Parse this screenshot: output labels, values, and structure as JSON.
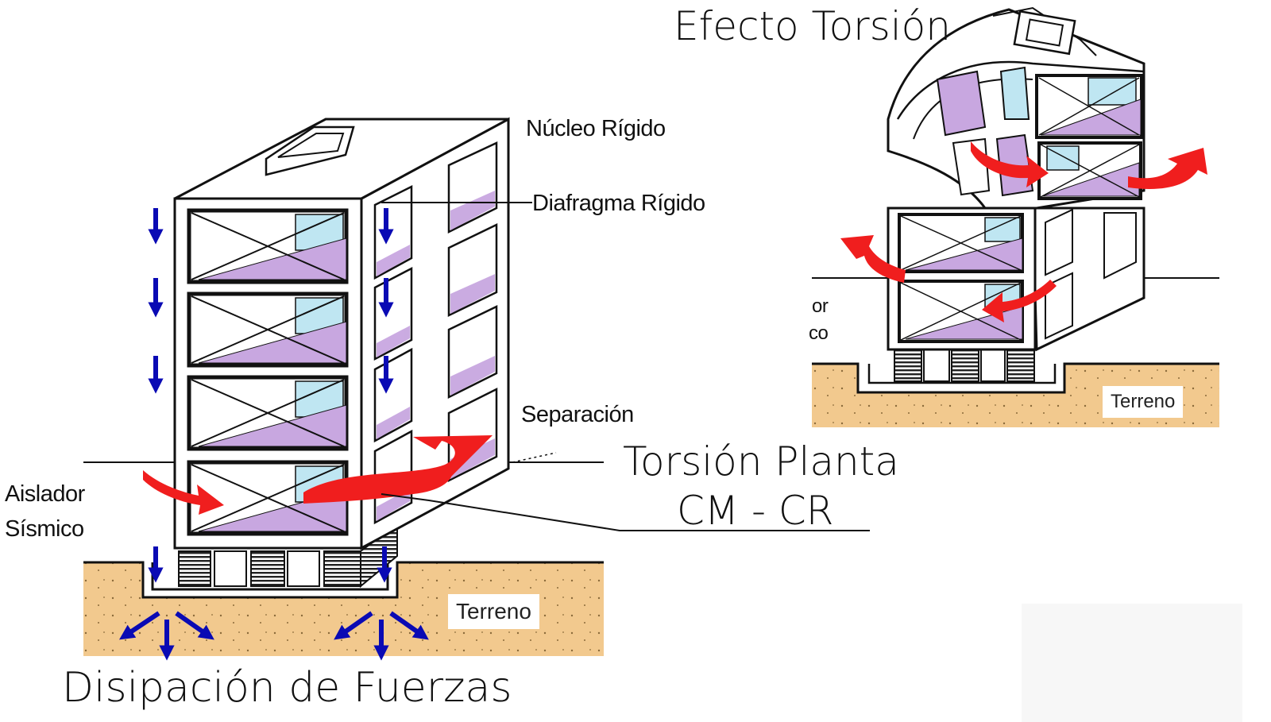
{
  "labels": {
    "efecto_torsion": "Efecto Torsión",
    "nucleo_rigido": "Núcleo Rígido",
    "diafragma_rigido": "Diafragma Rígido",
    "separacion": "Separación",
    "torsion_planta_line1": "Torsión Planta",
    "torsion_planta_line2": "CM - CR",
    "aislador_line1": "Aislador",
    "aislador_line2": "Sísmico",
    "terreno_main": "Terreno",
    "terreno_inset": "Terreno",
    "disipacion": "Disipación de Fuerzas",
    "cropped_or": "or",
    "cropped_co": "co"
  },
  "colors": {
    "ground": "#F2C98E",
    "floor_slab": "#C8A7E0",
    "window": "#BFE6F2",
    "frame": "#111111",
    "gravity_arrow": "#0A0AB4",
    "torsion_arrow": "#F01E1E"
  }
}
